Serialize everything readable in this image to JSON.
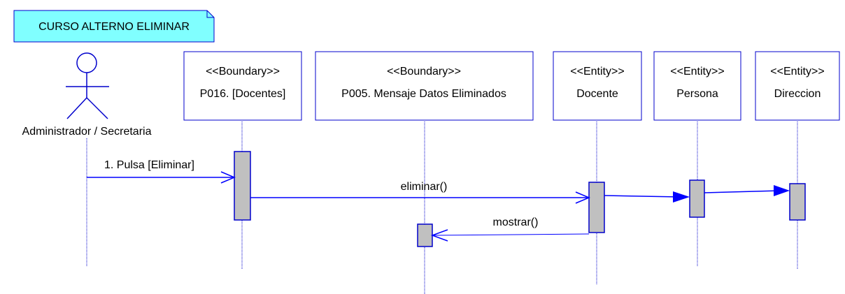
{
  "note": {
    "text": "CURSO ALTERNO ELIMINAR"
  },
  "actor": {
    "label": "Administrador / Secretaria"
  },
  "lifelines": [
    {
      "stereotype": "<<Boundary>>",
      "name": "P016. [Docentes]"
    },
    {
      "stereotype": "<<Boundary>>",
      "name": "P005. Mensaje Datos Eliminados"
    },
    {
      "stereotype": "<<Entity>>",
      "name": "Docente"
    },
    {
      "stereotype": "<<Entity>>",
      "name": "Persona"
    },
    {
      "stereotype": "<<Entity>>",
      "name": "Direccion"
    }
  ],
  "messages": [
    {
      "label": "1. Pulsa [Eliminar]"
    },
    {
      "label": "eliminar()"
    },
    {
      "label": ""
    },
    {
      "label": ""
    },
    {
      "label": "mostrar()"
    }
  ],
  "colors": {
    "note_fill": "#80FFFF",
    "line": "#0000CC",
    "activation_fill": "#C0C0C0",
    "message": "#0000FF"
  }
}
